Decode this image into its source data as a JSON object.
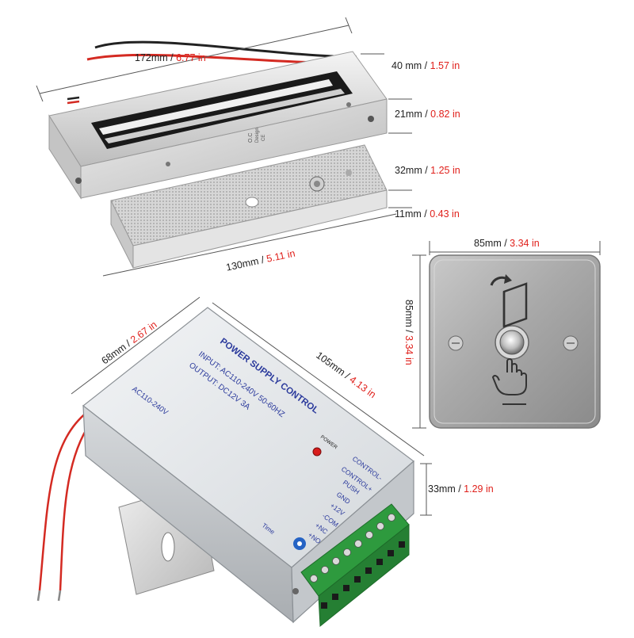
{
  "dimensions": {
    "lock_length": {
      "mm": "172mm",
      "sep": " / ",
      "in": "6.77 in"
    },
    "lock_width": {
      "mm": "40 mm",
      "sep": " / ",
      "in": "1.57 in"
    },
    "lock_height": {
      "mm": "21mm",
      "sep": " / ",
      "in": "0.82 in"
    },
    "plate_width": {
      "mm": "32mm",
      "sep": " / ",
      "in": "1.25 in"
    },
    "plate_height": {
      "mm": "11mm",
      "sep": " / ",
      "in": "0.43 in"
    },
    "plate_length": {
      "mm": "130mm",
      "sep": " / ",
      "in": "5.11 in"
    },
    "button_width": {
      "mm": "85mm",
      "sep": " / ",
      "in": "3.34 in"
    },
    "button_height": {
      "mm": "85mm",
      "sep": " / ",
      "in": "3.34 in"
    },
    "psu_width": {
      "mm": "68mm",
      "sep": " / ",
      "in": "2.67 in"
    },
    "psu_length": {
      "mm": "105mm",
      "sep": " / ",
      "in": "4.13 in"
    },
    "psu_height": {
      "mm": "33mm",
      "sep": " / ",
      "in": "1.29 in"
    }
  },
  "magnet_label": {
    "line1": "O.C",
    "line2": "Design",
    "line3": "CE"
  },
  "psu": {
    "title": "POWER SUPPLY CONTROL",
    "input": "INPUT: AC110-240V 50-60HZ",
    "output": "OUTPUT: DC12V 3A",
    "ac_label": "AC110-240V",
    "power_led_label": "POWER",
    "time_label": "Time",
    "terminals": [
      "CONTROL-",
      "CONTROL+",
      "PUSH",
      "GND",
      "+12V",
      "-COM",
      "+NC",
      "+NO"
    ]
  },
  "colors": {
    "inch_text": "#e0201b",
    "mm_text": "#222222",
    "psu_label": "#2b3a9c",
    "terminal_block": "#2e9a3e",
    "wire": "#d42a22"
  }
}
